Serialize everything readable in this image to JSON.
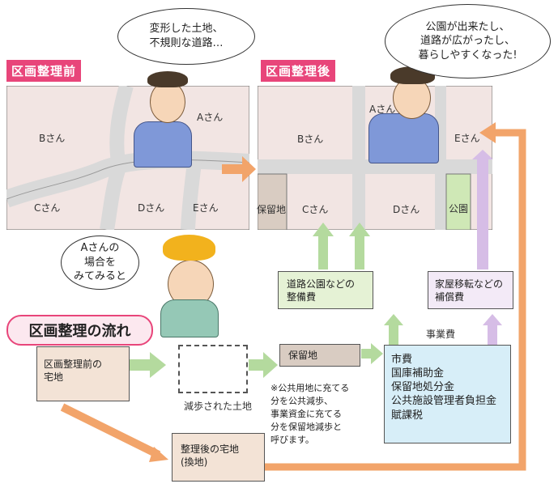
{
  "labels": {
    "before": "区画整理前",
    "after": "区画整理後",
    "flow": "区画整理の流れ"
  },
  "bubbles": {
    "before_thought": "変形した土地、\n不規則な道路…",
    "after_thought": "公園が出来たし、\n道路が広がったし、\n暮らしやすくなった!",
    "guide_speech": "Aさんの\n場合を\nみてみると"
  },
  "before_map": {
    "person_a": "Aさん",
    "b": "Bさん",
    "c": "Cさん",
    "d": "Dさん",
    "e": "Eさん"
  },
  "after_map": {
    "person_a": "Aさん",
    "b": "Bさん",
    "c": "Cさん",
    "d": "Dさん",
    "e": "Eさん",
    "reserved": "保留地",
    "park": "公園"
  },
  "costs": {
    "road_park": "道路公園などの\n整備費",
    "relocation": "家屋移転などの\n補償費",
    "project_cost_label": "事業費"
  },
  "flow": {
    "before_land": "区画整理前の\n宅地",
    "reduced_land": "減歩された土地",
    "reserved_land": "保留地",
    "after_land": "整理後の宅地\n(換地)"
  },
  "note": "※公共用地に充てる\n分を公共減歩、\n事業資金に充てる\n分を保留地減歩と\n呼びます。",
  "funding": [
    "市費",
    "国庫補助金",
    "保留地処分金",
    "公共施設管理者負担金",
    "賦課税"
  ],
  "colors": {
    "pink": "#e8457a",
    "map_bg": "#f2e5e3",
    "road": "#d9d9d9",
    "green_box": "#e5f2d5",
    "purple_box": "#f3eaf7",
    "blue_box": "#d7eef8",
    "tan_land": "#f3e3d6",
    "green_arrow": "#b4da9e",
    "orange_arrow": "#f2a46a",
    "purple_arrow": "#d6bde6",
    "reserved_tan": "#d9ccc2",
    "park_green": "#cfe8b6"
  }
}
